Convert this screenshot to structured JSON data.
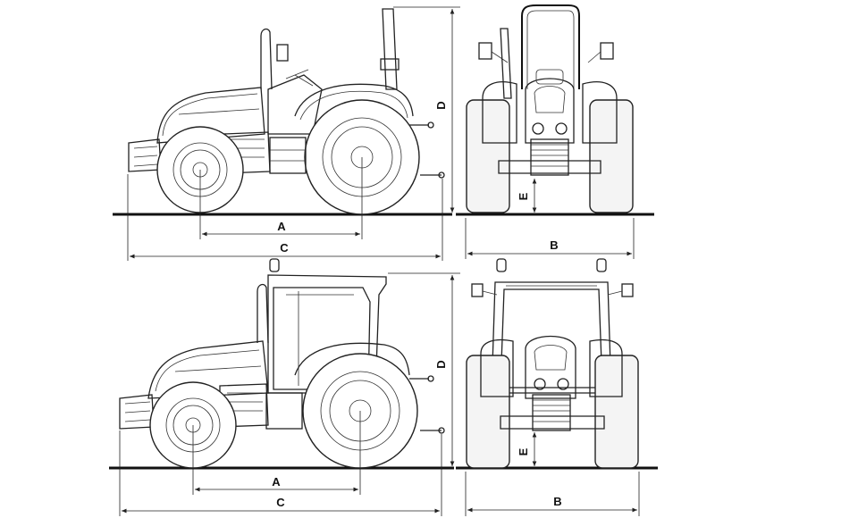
{
  "dimension_labels": {
    "wheelbase": "A",
    "track_width": "B",
    "overall_length": "C",
    "overall_height": "D",
    "ground_clearance": "E"
  },
  "views": [
    {
      "name": "rops-side-view"
    },
    {
      "name": "rops-front-view"
    },
    {
      "name": "cab-side-view"
    },
    {
      "name": "cab-front-view"
    }
  ]
}
